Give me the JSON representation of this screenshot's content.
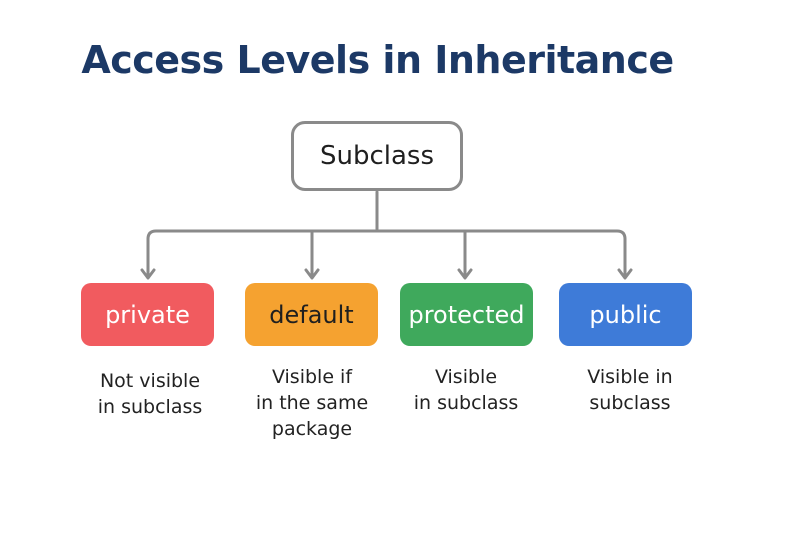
{
  "title": "Access Levels in Inheritance",
  "root": {
    "label": "Subclass"
  },
  "levels": [
    {
      "label": "private",
      "description": "Not visible\nin subclass",
      "color": "#f15b5f",
      "text_color": "#ffffff"
    },
    {
      "label": "default",
      "description": "Visible if\nin the same\npackage",
      "color": "#f5a230",
      "text_color": "#1f1f1f"
    },
    {
      "label": "protected",
      "description": "Visible\nin subclass",
      "color": "#3fa95c",
      "text_color": "#ffffff"
    },
    {
      "label": "public",
      "description": "Visible in\nsubclass",
      "color": "#3e7bd8",
      "text_color": "#ffffff"
    }
  ]
}
